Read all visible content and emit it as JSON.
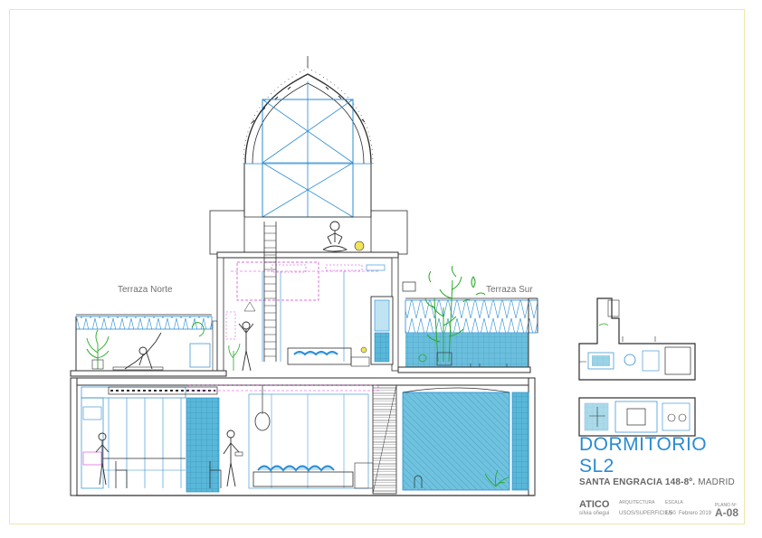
{
  "drawing": {
    "labels": {
      "terraza_norte": "Terraza Norte",
      "terraza_sur": "Terraza Sur"
    },
    "colors": {
      "line": "#2d2d2d",
      "blue": "#2a8bd2",
      "tile": "#59b8d9",
      "magenta": "#d43cd4",
      "plant": "#2aa82a",
      "frame": "#f0e6a8"
    }
  },
  "title_block": {
    "title_line1": "DORMITORIO",
    "title_line2": "SL2",
    "address_bold": "SANTA ENGRACIA 148-8º.",
    "address_city": "MADRID",
    "unit": "ATICO",
    "arquitectura_label": "ARQUITECTURA",
    "escala_label": "ESCALA",
    "plano_label": "PLANO Nº",
    "author": "sílvia oñegui",
    "subject": "USOS/SUPERFICIES",
    "scale": "1/50",
    "date": "Febrero 2019",
    "sheet": "A-08"
  }
}
